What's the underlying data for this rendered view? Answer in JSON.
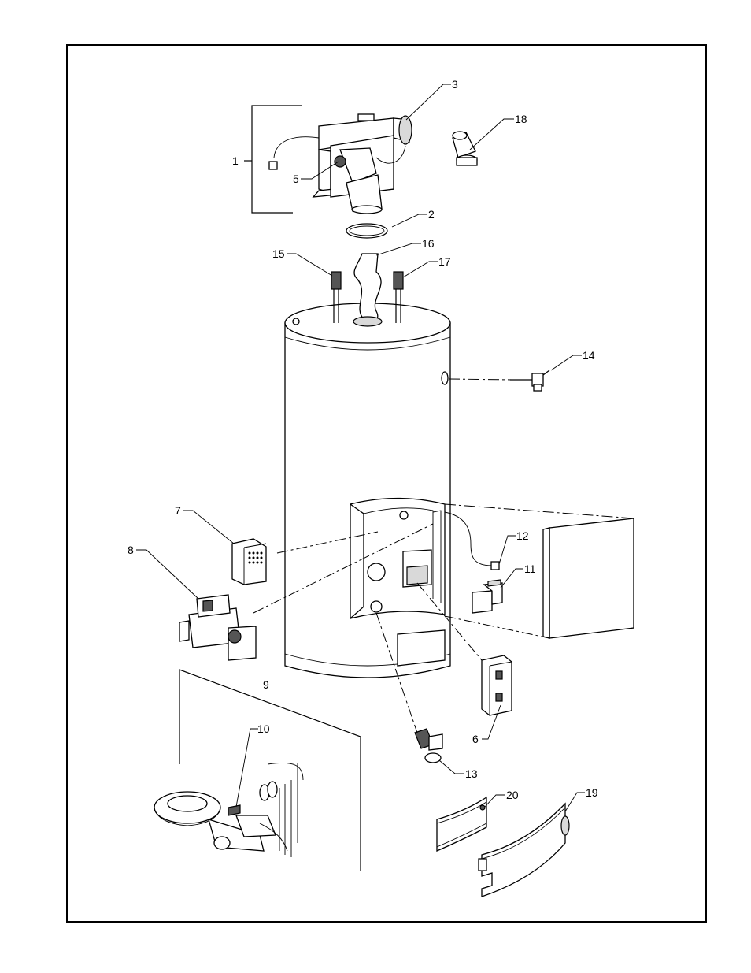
{
  "callouts": [
    {
      "id": "c1",
      "label": "1"
    },
    {
      "id": "c2",
      "label": "2"
    },
    {
      "id": "c3",
      "label": "3"
    },
    {
      "id": "c5",
      "label": "5"
    },
    {
      "id": "c6",
      "label": "6"
    },
    {
      "id": "c7",
      "label": "7"
    },
    {
      "id": "c8",
      "label": "8"
    },
    {
      "id": "c9",
      "label": "9"
    },
    {
      "id": "c10",
      "label": "10"
    },
    {
      "id": "c11",
      "label": "11"
    },
    {
      "id": "c12",
      "label": "12"
    },
    {
      "id": "c13",
      "label": "13"
    },
    {
      "id": "c14",
      "label": "14"
    },
    {
      "id": "c15",
      "label": "15"
    },
    {
      "id": "c16",
      "label": "16"
    },
    {
      "id": "c17",
      "label": "17"
    },
    {
      "id": "c18",
      "label": "18"
    },
    {
      "id": "c19",
      "label": "19"
    },
    {
      "id": "c20",
      "label": "20"
    }
  ]
}
